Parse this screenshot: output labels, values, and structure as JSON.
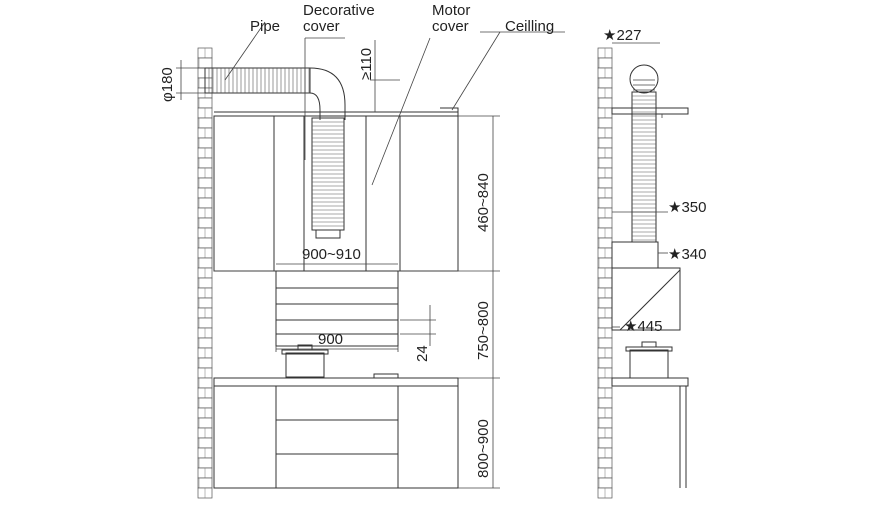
{
  "labels": {
    "pipe": "Pipe",
    "decorative_1": "Decorative",
    "decorative_2": "cover",
    "motor_1": "Motor",
    "motor_2": "cover",
    "ceiling": "Ceilling"
  },
  "dimensions": {
    "pipe_diameter": "φ180",
    "ceiling_gap": "≥110",
    "cabinet_height": "460~840",
    "hood_width_range": "900~910",
    "hood_to_cooktop": "750~800",
    "hood_width": "900",
    "hood_depth_offset": "24",
    "counter_height": "800~900"
  },
  "side_view": {
    "top": "227",
    "duct_offset": "350",
    "motor_depth": "340",
    "hood_depth": "445",
    "star": "★"
  }
}
